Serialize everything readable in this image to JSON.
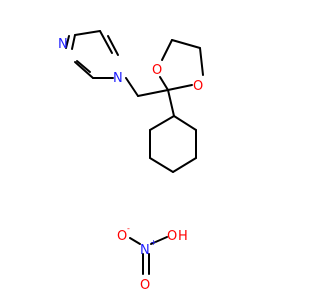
{
  "colors": {
    "bond": "#000000",
    "nitrogen": "#2020ff",
    "oxygen": "#ff0000"
  },
  "molecule": {
    "atoms": {
      "imidazole_n3": "N",
      "imidazole_n1": "N",
      "dioxolane_o_top": "O",
      "dioxolane_o_right": "O",
      "nitrate_n": "N",
      "nitrate_n_charge": "+",
      "nitrate_o_minus": "O",
      "nitrate_o_minus_charge": "-",
      "nitrate_oh_o": "O",
      "nitrate_oh_h": "H",
      "nitrate_o_bottom": "O"
    }
  }
}
